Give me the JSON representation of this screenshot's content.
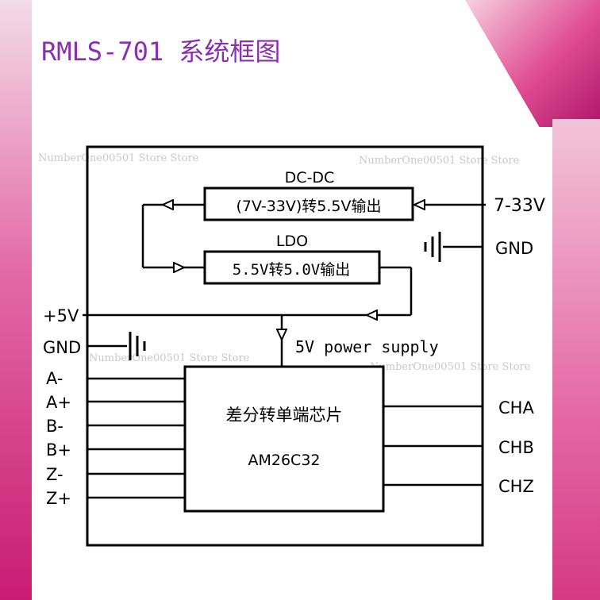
{
  "title": "RMLS-701 系统框图",
  "watermark": "NumberOne00501 Store Store",
  "colors": {
    "title": "#8a2fb0",
    "accent_pink": "#d6337f",
    "accent_magenta": "#b0156a",
    "line": "#000000"
  },
  "blocks": {
    "dcdc": {
      "name": "DC-DC",
      "text": "(7V-33V)转5.5V输出"
    },
    "ldo": {
      "name": "LDO",
      "text": "5.5V转5.0V输出"
    },
    "chip": {
      "line1": "差分转单端芯片",
      "line2": "AM26C32"
    }
  },
  "supply_label": "5V power supply",
  "left_pins": [
    "+5V",
    "GND",
    "A-",
    "A+",
    "B-",
    "B+",
    "Z-",
    "Z+"
  ],
  "right_pins": [
    "7-33V",
    "GND",
    "CHA",
    "CHB",
    "CHZ"
  ]
}
